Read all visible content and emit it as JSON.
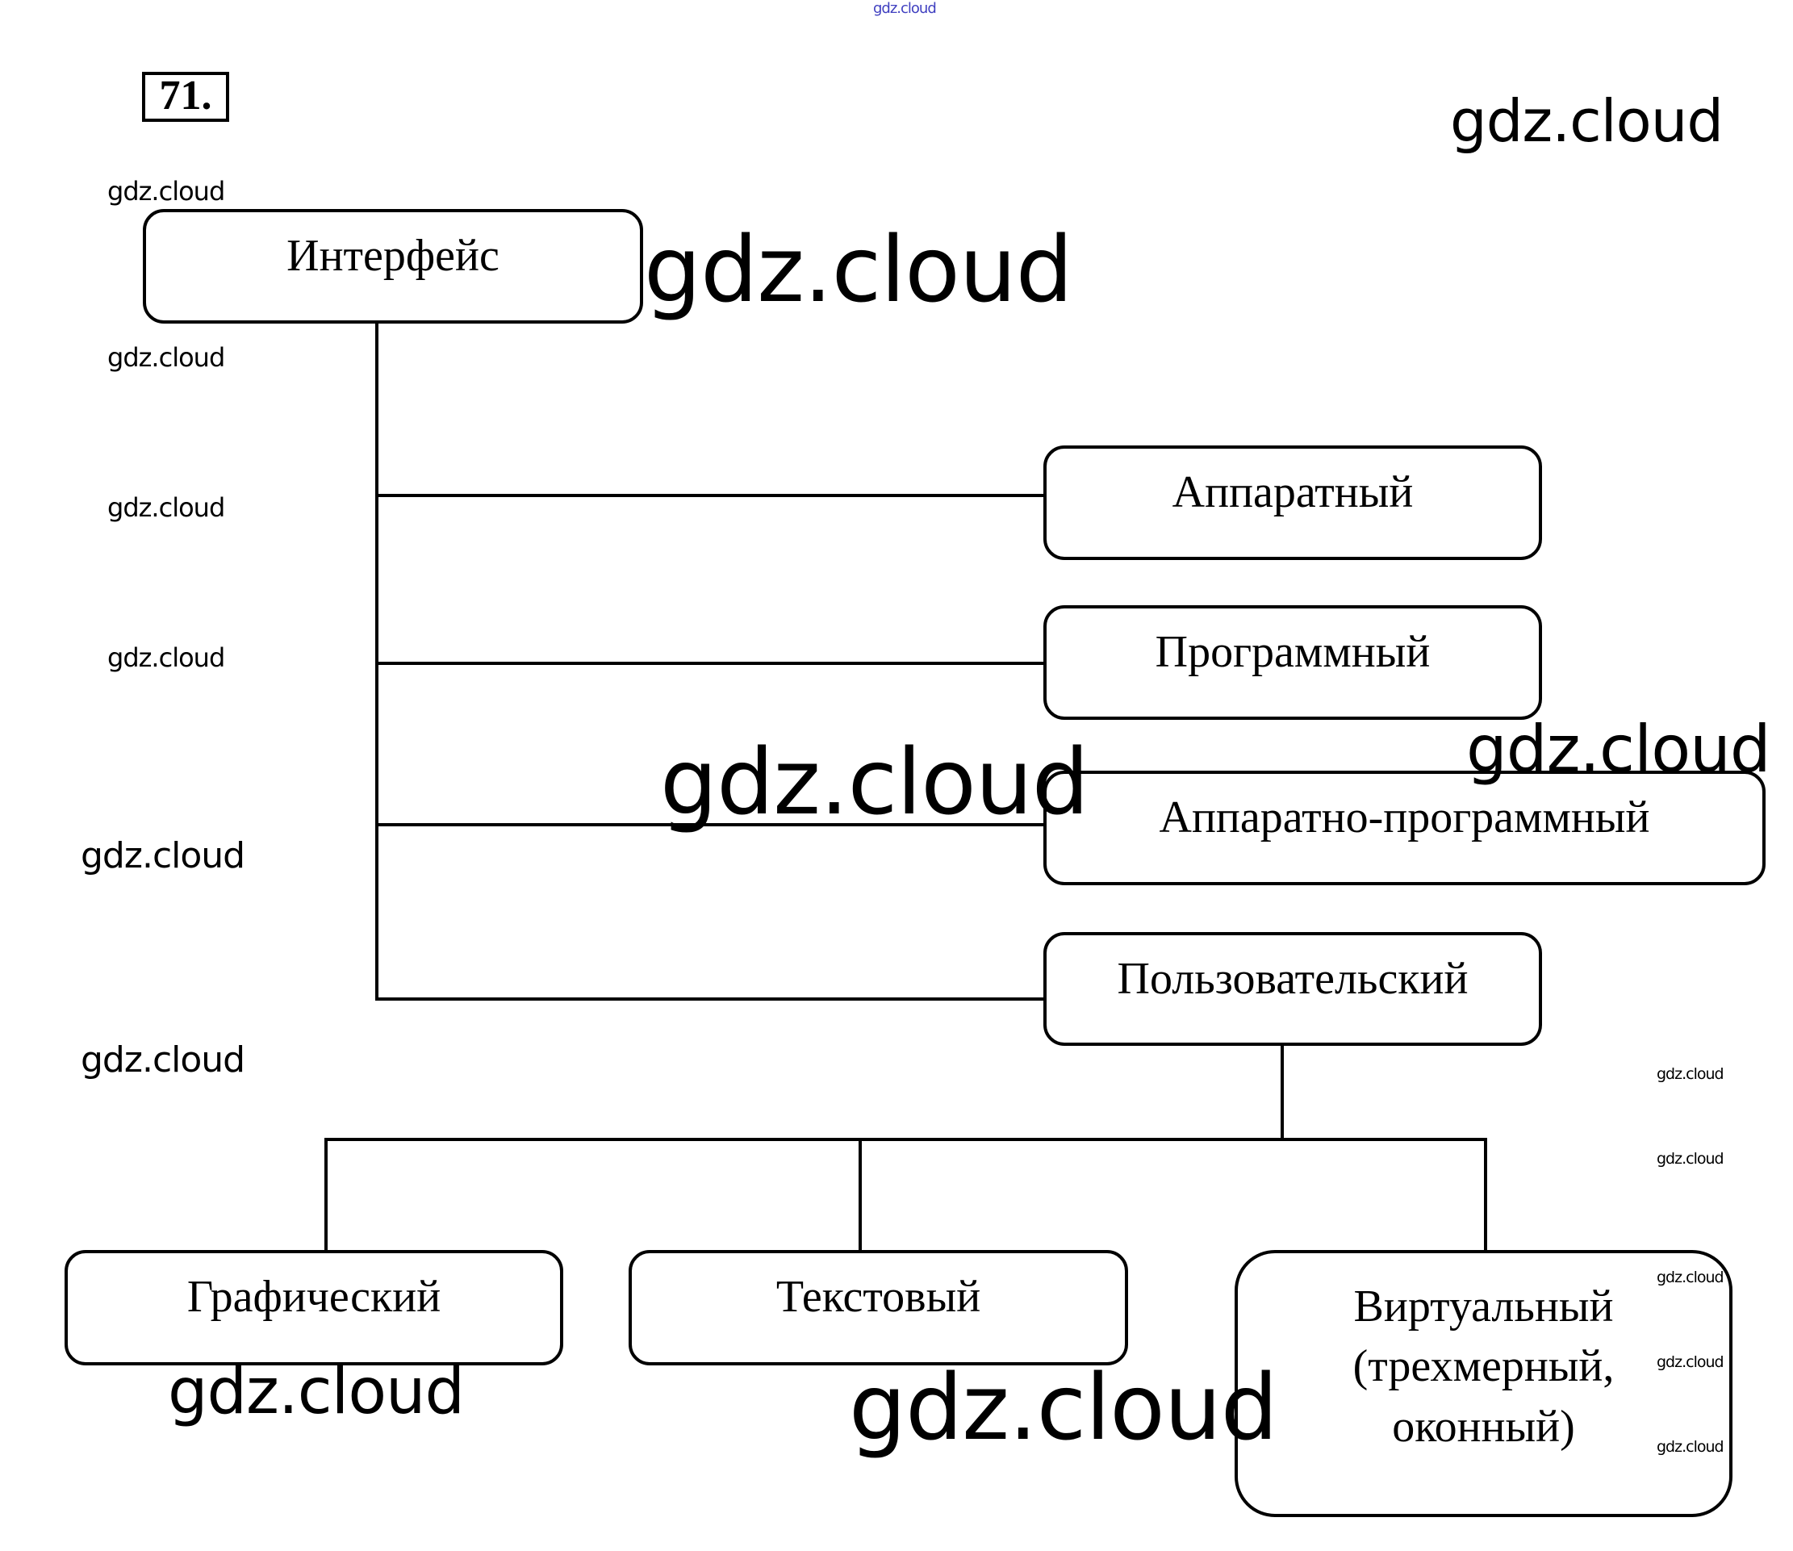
{
  "exercise_number": "71.",
  "diagram": {
    "root": "Интерфейс",
    "types": [
      "Аппаратный",
      "Программный",
      "Аппаратно-программный",
      "Пользовательский"
    ],
    "user_subtypes": {
      "graphic": "Графический",
      "text": "Текстовый",
      "virtual_lines": [
        "Виртуальный",
        "(трехмерный,",
        "оконный)"
      ]
    }
  },
  "watermark": "gdz.cloud",
  "watermark_color_top": "#3a3ac8"
}
